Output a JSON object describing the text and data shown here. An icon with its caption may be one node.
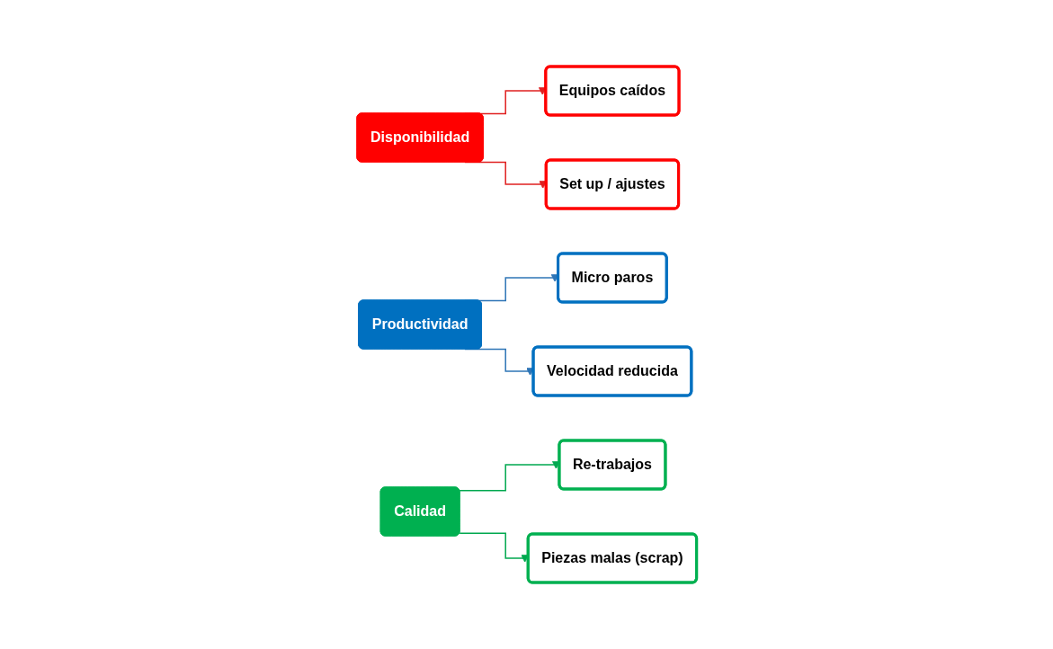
{
  "diagram": {
    "nodes": [
      {
        "text": [
          "Disponibilidad"
        ]
      },
      {
        "text": [
          "Equipos caídos"
        ]
      },
      {
        "text": [
          "Set up / ajustes"
        ]
      },
      {
        "text": [
          "Productividad"
        ]
      },
      {
        "text": [
          "Micro paros"
        ]
      },
      {
        "text": [
          "Velocidad reducida"
        ]
      },
      {
        "text": [
          "Calidad"
        ]
      },
      {
        "text": [
          "Re-trabajos"
        ]
      },
      {
        "text": [
          "Piezas malas (scrap)"
        ]
      }
    ],
    "edges": [
      {
        "from": 0,
        "to": 1,
        "arrow": "to",
        "color": "#e02020"
      },
      {
        "from": 0,
        "to": 2,
        "arrow": "to",
        "color": "#e02020"
      },
      {
        "from": 3,
        "to": 4,
        "arrow": "to",
        "color": "#2e75b6"
      },
      {
        "from": 3,
        "to": 5,
        "arrow": "to",
        "color": "#2e75b6"
      },
      {
        "from": 6,
        "to": 7,
        "arrow": "to",
        "color": "#00a84f"
      },
      {
        "from": 6,
        "to": 8,
        "arrow": "to",
        "color": "#00a84f"
      }
    ]
  }
}
